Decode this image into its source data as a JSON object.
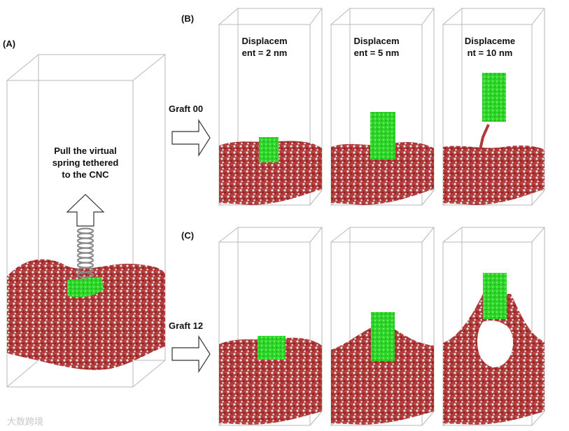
{
  "panel_labels": {
    "a": "(A)",
    "b": "(B)",
    "c": "(C)"
  },
  "pull_text": "Pull the virtual\nspring tethered\nto the CNC",
  "graft_rows": [
    "Graft 00",
    "Graft 12"
  ],
  "column_captions": [
    "Displacem\nent = 2 nm",
    "Displacem\nent = 5 nm",
    "Displaceme\nnt = 10 nm"
  ],
  "watermark": "大数跨境",
  "colors": {
    "polymer": "#a3282a",
    "hydrogen": "#d8d8d8",
    "cnc": "#2fd62a",
    "box": "#b8b8b8",
    "spring": "#8a8a8a"
  }
}
